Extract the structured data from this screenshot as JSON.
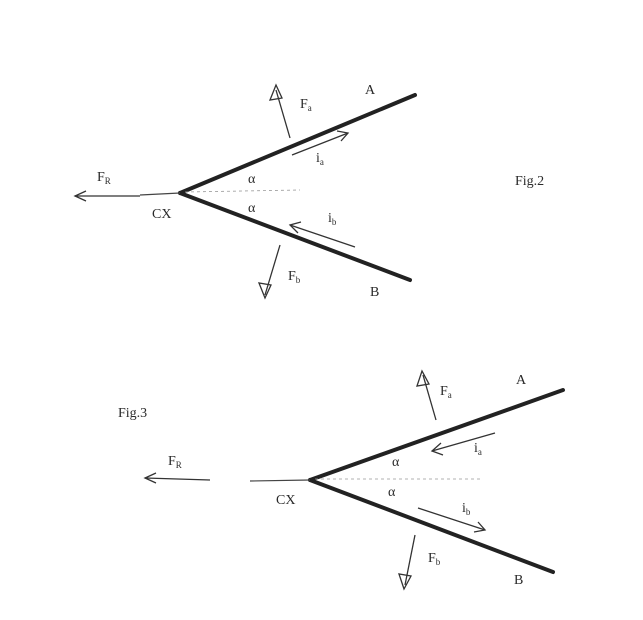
{
  "fig2": {
    "caption": "Fig.2",
    "force_a": "F",
    "force_a_sub": "a",
    "force_b": "F",
    "force_b_sub": "b",
    "force_r": "F",
    "force_r_sub": "R",
    "current_a": "i",
    "current_a_sub": "a",
    "current_b": "i",
    "current_b_sub": "b",
    "angle_upper": "α",
    "angle_lower": "α",
    "line_a": "A",
    "line_b": "B",
    "vertex": "CX"
  },
  "fig3": {
    "caption": "Fig.3",
    "force_a": "F",
    "force_a_sub": "a",
    "force_b": "F",
    "force_b_sub": "b",
    "force_r": "F",
    "force_r_sub": "R",
    "current_a": "i",
    "current_a_sub": "a",
    "current_b": "i",
    "current_b_sub": "b",
    "angle_upper": "α",
    "angle_lower": "α",
    "line_a": "A",
    "line_b": "B",
    "vertex": "CX"
  }
}
